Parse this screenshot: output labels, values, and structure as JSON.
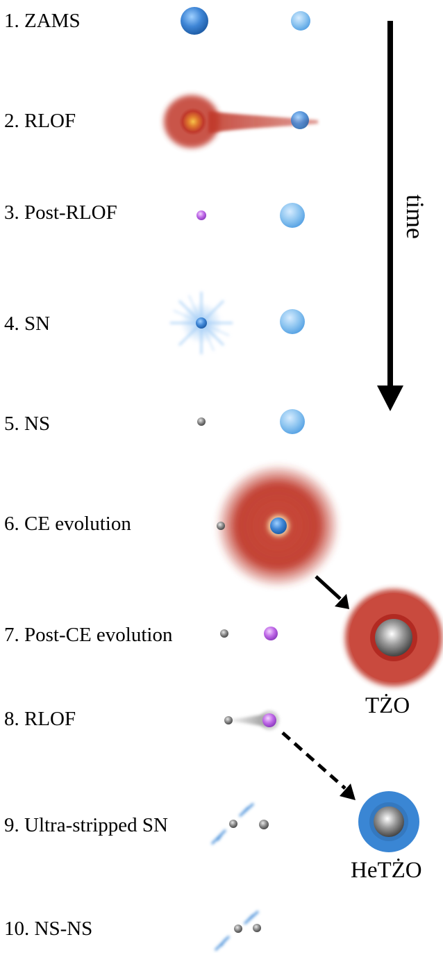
{
  "stages": [
    {
      "label": "1. ZAMS"
    },
    {
      "label": "2. RLOF"
    },
    {
      "label": "3. Post-RLOF"
    },
    {
      "label": "4. SN"
    },
    {
      "label": "5. NS"
    },
    {
      "label": "6. CE evolution"
    },
    {
      "label": "7. Post-CE evolution"
    },
    {
      "label": "8. RLOF"
    },
    {
      "label": "9. Ultra-stripped SN"
    },
    {
      "label": "10. NS-NS"
    }
  ],
  "time_axis": {
    "label": "time"
  },
  "products": {
    "tzo": {
      "label": "TŻO"
    },
    "hetzo": {
      "label": "HeTŻO"
    }
  },
  "colors": {
    "main_sequence_star": "#4a90d9",
    "secondary_star": "#8cc4f0",
    "red_giant_envelope": "#c0392b",
    "stripped_helium_star": "#b05ce0",
    "neutron_star": "#7a7a7a",
    "arrow": "#000000"
  }
}
